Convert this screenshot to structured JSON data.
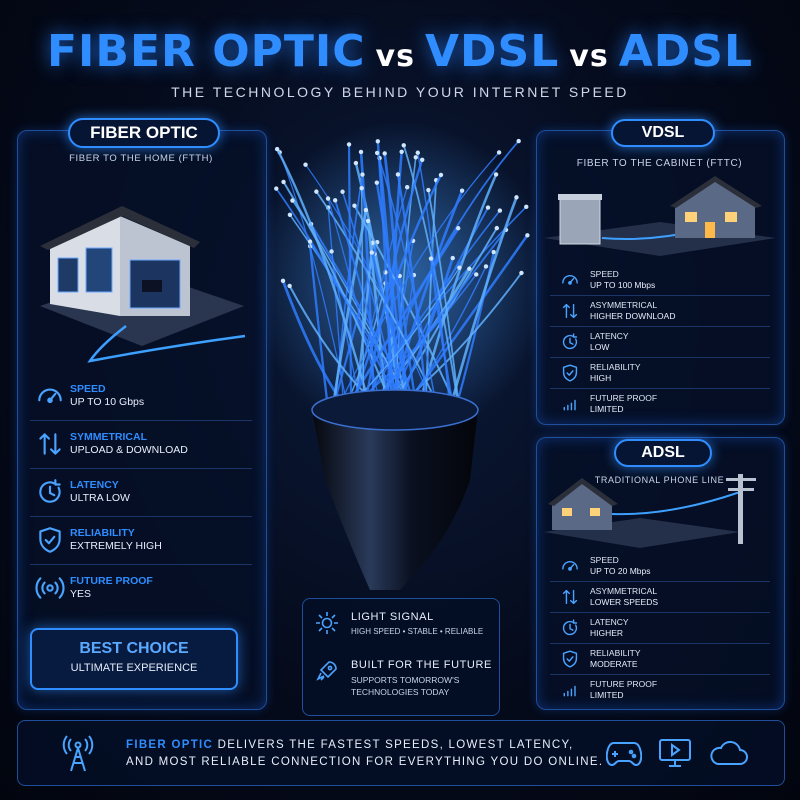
{
  "header": {
    "title_part1": "FIBER OPTIC",
    "title_vs1": "vs",
    "title_part2": "VDSL",
    "title_vs2": "vs",
    "title_part3": "ADSL",
    "subtitle": "THE TECHNOLOGY BEHIND YOUR INTERNET SPEED"
  },
  "fiber": {
    "name": "FIBER OPTIC",
    "subtitle": "FIBER TO THE HOME (FTTH)",
    "features": [
      {
        "icon": "speedometer-icon",
        "label": "SPEED",
        "value": "UP TO 10 Gbps"
      },
      {
        "icon": "up-down-arrows-icon",
        "label": "SYMMETRICAL",
        "value": "UPLOAD & DOWNLOAD"
      },
      {
        "icon": "clock-icon",
        "label": "LATENCY",
        "value": "ULTRA LOW"
      },
      {
        "icon": "shield-check-icon",
        "label": "RELIABILITY",
        "value": "EXTREMELY HIGH"
      },
      {
        "icon": "broadcast-icon",
        "label": "FUTURE PROOF",
        "value": "YES"
      }
    ],
    "best_title": "BEST CHOICE",
    "best_sub": "ULTIMATE EXPERIENCE"
  },
  "vdsl": {
    "name": "VDSL",
    "subtitle": "FIBER TO THE CABINET (FTTC)",
    "features": [
      {
        "icon": "speedometer-icon",
        "label": "SPEED",
        "value": "UP TO 100 Mbps"
      },
      {
        "icon": "up-down-arrows-icon",
        "label": "ASYMMETRICAL",
        "value": "HIGHER DOWNLOAD"
      },
      {
        "icon": "clock-icon",
        "label": "LATENCY",
        "value": "LOW"
      },
      {
        "icon": "shield-check-icon",
        "label": "RELIABILITY",
        "value": "HIGH"
      },
      {
        "icon": "signal-bars-icon",
        "label": "FUTURE PROOF",
        "value": "LIMITED"
      }
    ]
  },
  "adsl": {
    "name": "ADSL",
    "subtitle": "TRADITIONAL PHONE LINE",
    "features": [
      {
        "icon": "speedometer-icon",
        "label": "SPEED",
        "value": "UP TO 20 Mbps"
      },
      {
        "icon": "up-down-arrows-icon",
        "label": "ASYMMETRICAL",
        "value": "LOWER SPEEDS"
      },
      {
        "icon": "clock-icon",
        "label": "LATENCY",
        "value": "HIGHER"
      },
      {
        "icon": "shield-check-icon",
        "label": "RELIABILITY",
        "value": "MODERATE"
      },
      {
        "icon": "signal-bars-icon",
        "label": "FUTURE PROOF",
        "value": "LIMITED"
      }
    ]
  },
  "center": {
    "light_title": "LIGHT SIGNAL",
    "light_sub": "HIGH SPEED • STABLE • RELIABLE",
    "future_title": "BUILT FOR THE FUTURE",
    "future_sub1": "SUPPORTS TOMORROW'S",
    "future_sub2": "TECHNOLOGIES TODAY"
  },
  "footer": {
    "highlight": "FIBER OPTIC",
    "line1_rest": " DELIVERS THE FASTEST SPEEDS, LOWEST LATENCY,",
    "line2": "AND MOST RELIABLE CONNECTION FOR EVERYTHING YOU DO ONLINE.",
    "icons": [
      "gamepad-icon",
      "tv-play-icon",
      "cloud-icon"
    ]
  },
  "colors": {
    "accent": "#2f8dff",
    "background": "#050b1c",
    "panel_border": "#1f4e9a"
  }
}
